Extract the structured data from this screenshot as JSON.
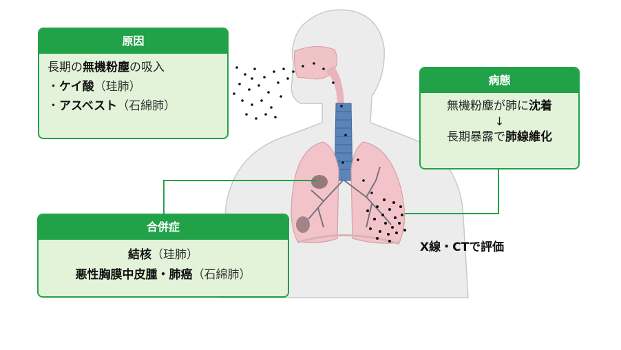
{
  "cause": {
    "title": "原因",
    "line1": {
      "pre": "長期の",
      "bold": "無機粉塵",
      "post": "の吸入"
    },
    "line2": {
      "pre": "・",
      "bold": "ケイ酸",
      "post": "（珪肺）"
    },
    "line3": {
      "pre": "・",
      "bold": "アスベスト",
      "post": "（石綿肺）"
    }
  },
  "pathology": {
    "title": "病態",
    "line1": {
      "pre": "無機粉塵が肺に",
      "bold": "沈着"
    },
    "arrow": "↓",
    "line2": {
      "pre": "長期暴露で",
      "bold": "肺線維化"
    }
  },
  "complication": {
    "title": "合併症",
    "line1": {
      "bold": "結核",
      "post": "（珪肺）"
    },
    "line2": {
      "bold": "悪性胸膜中皮腫・肺癌",
      "post": "（石綿肺）"
    }
  },
  "evaluation": "X線・CTで評価",
  "colors": {
    "accent": "#21a249",
    "box_fill": "#e3f3d9",
    "lung": "#f2c4c9",
    "trachea": "#5b85b8",
    "particle": "#111111"
  }
}
